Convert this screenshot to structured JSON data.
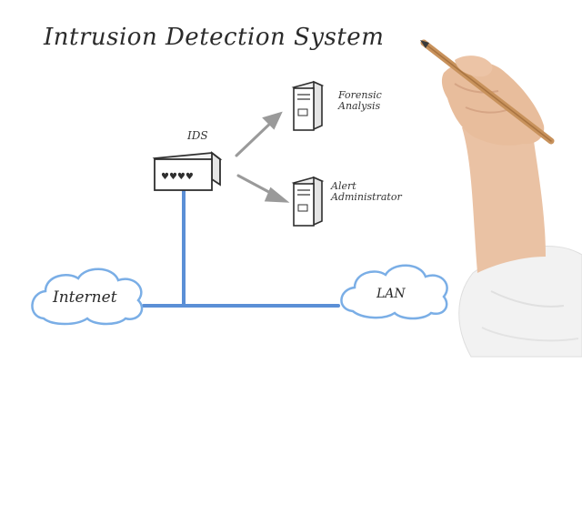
{
  "diagram": {
    "title": "Intrusion Detection System",
    "nodes": {
      "ids": {
        "label": "IDS"
      },
      "forensic": {
        "label_line1": "Forensic",
        "label_line2": "Analysis"
      },
      "alert": {
        "label_line1": "Alert",
        "label_line2": "Administrator"
      },
      "internet": {
        "label": "Internet"
      },
      "lan": {
        "label": "LAN"
      }
    },
    "colors": {
      "network_line": "#5b8fd6",
      "cloud_outline": "#7aaee6",
      "arrow": "#9a9a9a",
      "ink": "#333333",
      "pen_wood": "#c8925c",
      "skin": "#eac2a4",
      "sleeve": "#f2f2f2"
    }
  }
}
